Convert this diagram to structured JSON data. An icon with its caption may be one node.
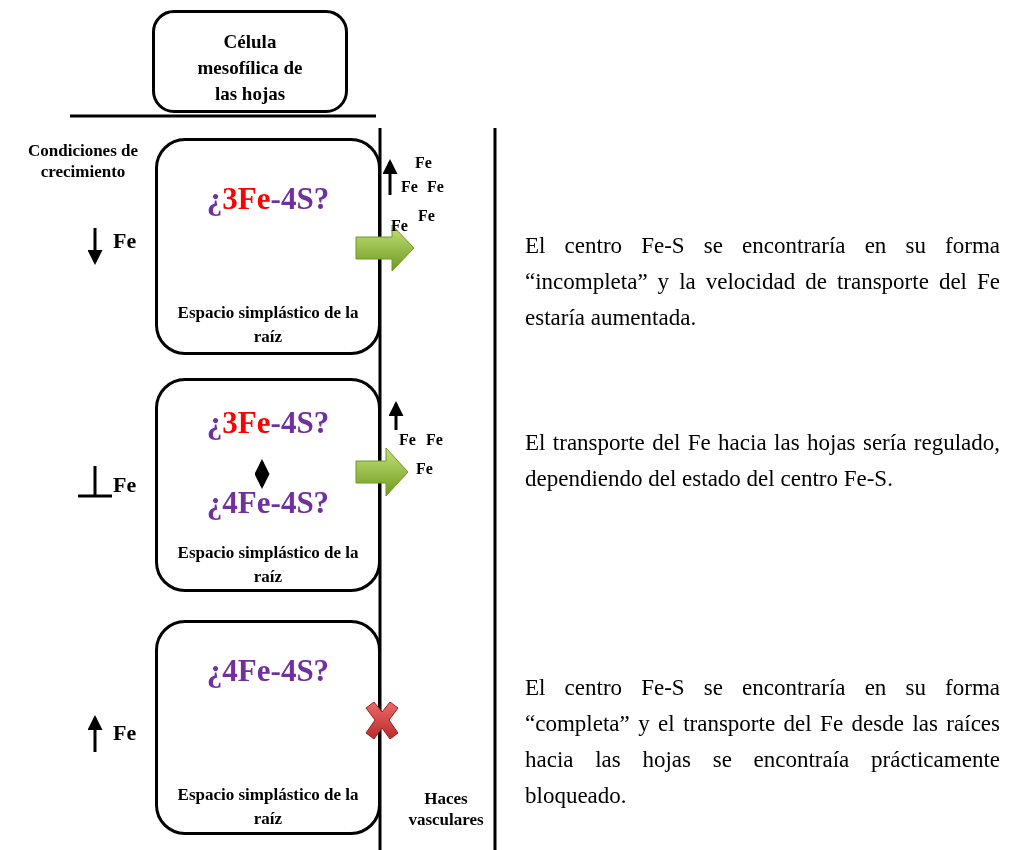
{
  "diagram": {
    "nodes": [
      {
        "text": [
          "Célula mesofílica de las hojas"
        ]
      },
      {
        "text": [
          "¿**3Fe**-4S?",
          "Espacio simplástico de la raíz"
        ]
      },
      {
        "text": [
          "¿**3Fe**-4S?",
          "¿4Fe-4S?",
          "Espacio simplástico de la raíz"
        ]
      },
      {
        "text": [
          "¿4Fe-4S?",
          "Espacio simplástico de la raíz"
        ]
      }
    ],
    "edges": [
      {
        "from": 1,
        "to": null,
        "arrow": "to"
      },
      {
        "from": 2,
        "to": null,
        "arrow": "to"
      }
    ],
    "labels": [
      "Condiciones de crecimiento",
      "Fe",
      "Fe",
      "Fe",
      "Fe",
      "Fe",
      "Fe",
      "El centro Fe-S se encontraría en su forma “incompleta” y la velocidad de transporte del Fe estaría aumentada.",
      "Fe",
      "Fe",
      "Fe",
      "Fe",
      "El transporte del Fe hacia las hojas sería regulado, dependiendo del estado del centro Fe-S.",
      "Fe",
      "El centro Fe-S se encontraría en su forma “completa” y el transporte del Fe desde las raíces hacia las hojas se encontraía prácticamente bloqueado.",
      "Haces vasculares"
    ]
  }
}
